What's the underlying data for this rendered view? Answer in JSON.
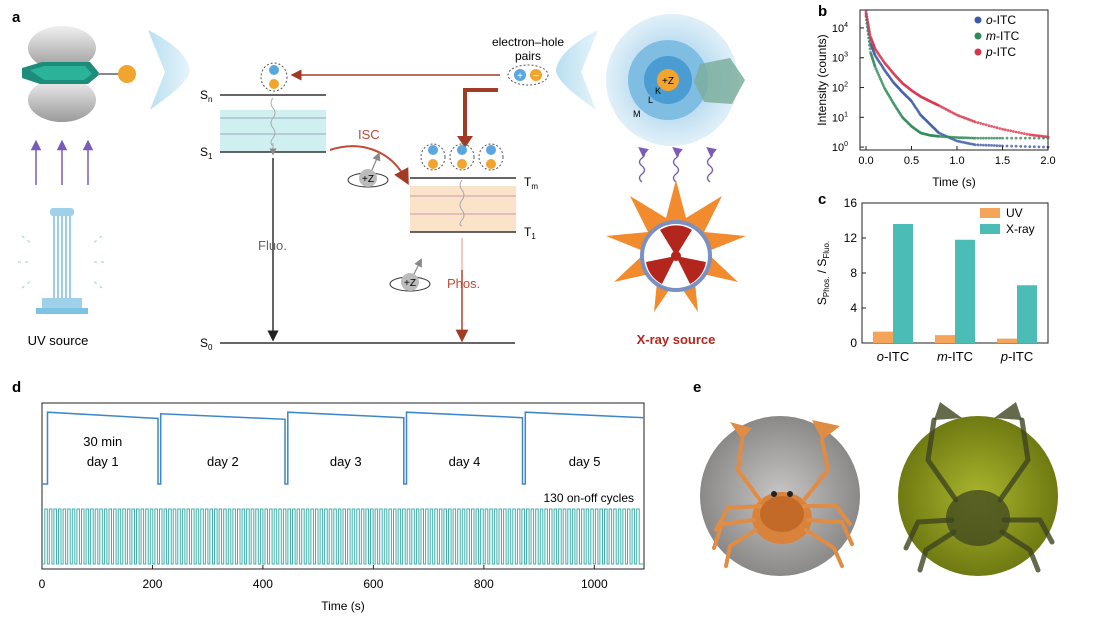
{
  "panel_labels": {
    "a": "a",
    "b": "b",
    "c": "c",
    "d": "d",
    "e": "e"
  },
  "panel_a": {
    "uv_source_label": "UV source",
    "xray_source_label": "X-ray source",
    "electron_hole": "electron–hole",
    "pairs": "pairs",
    "state_sn": "S",
    "state_sn_sub": "n",
    "state_s1": "S",
    "state_s1_sub": "1",
    "state_s0": "S",
    "state_s0_sub": "0",
    "state_tm": "T",
    "state_tm_sub": "m",
    "state_t1": "T",
    "state_t1_sub": "1",
    "isc": "ISC",
    "fluo": "Fluo.",
    "phos": "Phos.",
    "plus_z": "+Z",
    "shell_k": "K",
    "shell_l": "L",
    "shell_m": "M",
    "plus": "+",
    "minus": "−",
    "colors": {
      "arrow_red": "#a23b26",
      "uv_purple": "#7a5cb8",
      "xray_text": "#b3261e",
      "singlet_band": "#cfeff0",
      "triplet_band": "#fbe3c9"
    }
  },
  "panel_b": {
    "ylabel": "Intensity (counts)",
    "xlabel": "Time (s)",
    "ytick_base": "10",
    "ytick_exponents": [
      "0",
      "1",
      "2",
      "3",
      "4"
    ],
    "xticks": [
      "0.0",
      "0.5",
      "1.0",
      "1.5",
      "2.0"
    ],
    "legend": [
      {
        "prefix": "o",
        "suffix": "-ITC",
        "color": "#3d5aa8"
      },
      {
        "prefix": "m",
        "suffix": "-ITC",
        "color": "#2e8b57"
      },
      {
        "prefix": "p",
        "suffix": "-ITC",
        "color": "#d8344e"
      }
    ]
  },
  "chart_data": [
    {
      "panel": "b",
      "type": "scatter",
      "xlabel": "Time (s)",
      "ylabel": "Intensity (counts)",
      "ylog": true,
      "xlim": [
        0,
        2.0
      ],
      "ylim": [
        0.8,
        40000
      ],
      "series": [
        {
          "name": "o-ITC",
          "x": [
            0,
            0.05,
            0.1,
            0.2,
            0.3,
            0.4,
            0.5,
            0.6,
            0.7,
            0.8,
            1.0,
            1.2,
            1.5,
            2.0
          ],
          "y": [
            30000,
            3000,
            1200,
            400,
            150,
            70,
            35,
            12,
            6,
            3,
            1.6,
            1.2,
            1.1,
            1.0
          ]
        },
        {
          "name": "m-ITC",
          "x": [
            0,
            0.05,
            0.1,
            0.2,
            0.3,
            0.4,
            0.5,
            0.6,
            0.7,
            0.8,
            1.0,
            1.2,
            1.5,
            2.0
          ],
          "y": [
            25000,
            1500,
            500,
            100,
            30,
            10,
            5,
            3,
            2.5,
            2.3,
            2.1,
            2.0,
            2.0,
            2.0
          ]
        },
        {
          "name": "p-ITC",
          "x": [
            0,
            0.05,
            0.1,
            0.2,
            0.3,
            0.4,
            0.5,
            0.6,
            0.7,
            0.8,
            1.0,
            1.2,
            1.5,
            1.8,
            2.0
          ],
          "y": [
            35000,
            5000,
            2000,
            700,
            300,
            140,
            80,
            50,
            35,
            25,
            12,
            7,
            4,
            2.6,
            2.2
          ]
        }
      ]
    },
    {
      "panel": "c",
      "type": "bar",
      "categories": [
        {
          "prefix": "o",
          "suffix": "-ITC"
        },
        {
          "prefix": "m",
          "suffix": "-ITC"
        },
        {
          "prefix": "p",
          "suffix": "-ITC"
        }
      ],
      "ylabel_main": "S",
      "ylabel_sub1": "Phos.",
      "ylabel_mid": " / S",
      "ylabel_sub2": "Fluo.",
      "ylim": [
        0,
        16
      ],
      "yticks": [
        "0",
        "4",
        "8",
        "12",
        "16"
      ],
      "series": [
        {
          "name": "UV",
          "color": "#f4a55a",
          "values": [
            1.3,
            0.9,
            0.5
          ]
        },
        {
          "name": "X-ray",
          "color": "#4cbcb7",
          "values": [
            13.6,
            11.8,
            6.6
          ]
        }
      ],
      "legend_position": "top-right"
    },
    {
      "panel": "d",
      "type": "line",
      "xlabel": "Time (s)",
      "xlim": [
        0,
        1090
      ],
      "xticks": [
        "0",
        "200",
        "400",
        "600",
        "800",
        "1000"
      ],
      "segments": [
        {
          "label_lines": [
            "30 min",
            "day 1"
          ],
          "t_start": 10,
          "t_end": 210,
          "level_start": 0.92,
          "level_end": 0.84
        },
        {
          "label_lines": [
            "day 2"
          ],
          "t_start": 215,
          "t_end": 440,
          "level_start": 0.9,
          "level_end": 0.83
        },
        {
          "label_lines": [
            "day 3"
          ],
          "t_start": 445,
          "t_end": 655,
          "level_start": 0.92,
          "level_end": 0.85
        },
        {
          "label_lines": [
            "day 4"
          ],
          "t_start": 660,
          "t_end": 870,
          "level_start": 0.92,
          "level_end": 0.85
        },
        {
          "label_lines": [
            "day 5"
          ],
          "t_start": 875,
          "t_end": 1090,
          "level_start": 0.92,
          "level_end": 0.85
        }
      ],
      "cycles_label": "130 on-off cycles",
      "cycles_count": 130,
      "colors": {
        "top": "#3d87c8",
        "bottom": "#3fb0ac"
      }
    }
  ]
}
